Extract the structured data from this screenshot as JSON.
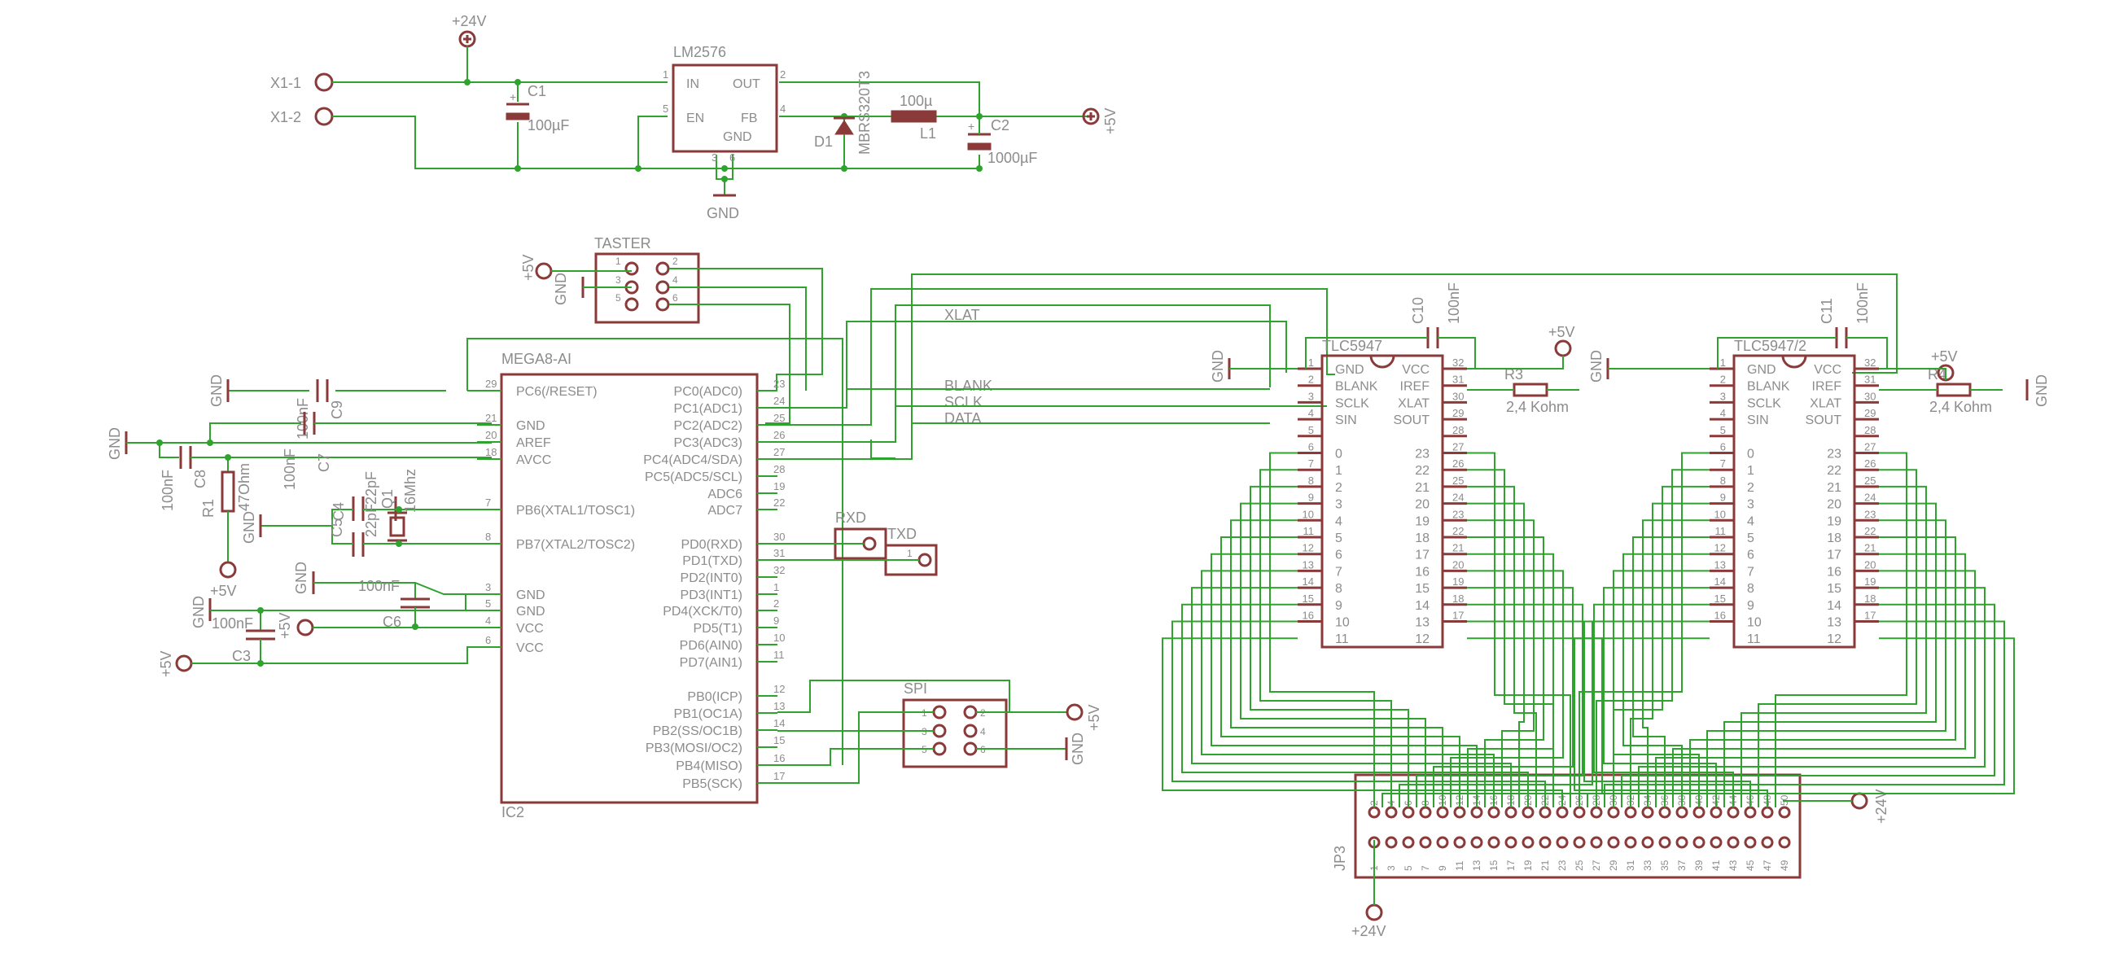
{
  "power": {
    "v24_top": "+24V",
    "x1_1": "X1-1",
    "x1_2": "X1-2",
    "c1_name": "C1",
    "c1_value": "100µF",
    "reg_name": "LM2576",
    "reg_in": "IN",
    "reg_out": "OUT",
    "reg_en": "EN",
    "reg_fb": "FB",
    "reg_gnd": "GND",
    "reg_pin1": "1",
    "reg_pin2": "2",
    "reg_pin4": "4",
    "reg_pin5": "5",
    "reg_pin3": "3",
    "reg_pin6": "6",
    "d1_name": "D1",
    "d1_part": "MBRS320T3",
    "l1_value": "100µ",
    "l1_name": "L1",
    "c2_name": "C2",
    "c2_value": "1000µF",
    "v5_out": "+5V",
    "gnd": "GND"
  },
  "taster": {
    "name": "TASTER",
    "v5": "+5V",
    "gnd": "GND",
    "pins": [
      "1",
      "2",
      "3",
      "4",
      "5",
      "6"
    ]
  },
  "mcu": {
    "name": "MEGA8-AI",
    "ref": "IC2",
    "left_pins": [
      {
        "num": "29",
        "label": "PC6(/RESET)"
      },
      {
        "num": "21",
        "label": "GND"
      },
      {
        "num": "20",
        "label": "AREF"
      },
      {
        "num": "18",
        "label": "AVCC"
      },
      {
        "num": "7",
        "label": "PB6(XTAL1/TOSC1)"
      },
      {
        "num": "8",
        "label": "PB7(XTAL2/TOSC2)"
      },
      {
        "num": "3",
        "label": "GND"
      },
      {
        "num": "5",
        "label": "GND"
      },
      {
        "num": "4",
        "label": "VCC"
      },
      {
        "num": "6",
        "label": "VCC"
      }
    ],
    "right_pins": [
      {
        "num": "23",
        "label": "PC0(ADC0)"
      },
      {
        "num": "24",
        "label": "PC1(ADC1)"
      },
      {
        "num": "25",
        "label": "PC2(ADC2)"
      },
      {
        "num": "26",
        "label": "PC3(ADC3)"
      },
      {
        "num": "27",
        "label": "PC4(ADC4/SDA)"
      },
      {
        "num": "28",
        "label": "PC5(ADC5/SCL)"
      },
      {
        "num": "19",
        "label": "ADC6"
      },
      {
        "num": "22",
        "label": "ADC7"
      },
      {
        "num": "30",
        "label": "PD0(RXD)"
      },
      {
        "num": "31",
        "label": "PD1(TXD)"
      },
      {
        "num": "32",
        "label": "PD2(INT0)"
      },
      {
        "num": "1",
        "label": "PD3(INT1)"
      },
      {
        "num": "2",
        "label": "PD4(XCK/T0)"
      },
      {
        "num": "9",
        "label": "PD5(T1)"
      },
      {
        "num": "10",
        "label": "PD6(AIN0)"
      },
      {
        "num": "11",
        "label": "PD7(AIN1)"
      },
      {
        "num": "12",
        "label": "PB0(ICP)"
      },
      {
        "num": "13",
        "label": "PB1(OC1A)"
      },
      {
        "num": "14",
        "label": "PB2(SS/OC1B)"
      },
      {
        "num": "15",
        "label": "PB3(MOSI/OC2)"
      },
      {
        "num": "16",
        "label": "PB4(MISO)"
      },
      {
        "num": "17",
        "label": "PB5(SCK)"
      }
    ]
  },
  "passives": {
    "c9": "C9",
    "c9_value": "100nF",
    "c7": "C7",
    "c7_value": "100nF",
    "c8": "C8",
    "c8_value": "100nF",
    "r1": "R1",
    "r1_value": "47Ohm",
    "c4": "C4",
    "c4_value": "22pF",
    "c5": "C5",
    "c5_value": "22pF",
    "q1": "Q1",
    "q1_value": "16Mhz",
    "c6": "C6",
    "c6_value": "100nF",
    "c3": "C3",
    "c3_value": "100nF",
    "gnd": "GND",
    "v5": "+5V"
  },
  "connectors": {
    "rxd": "RXD",
    "txd": "TXD",
    "spi": "SPI",
    "spi_pins": [
      "1",
      "2",
      "3",
      "4",
      "5",
      "6"
    ],
    "pin1": "1"
  },
  "nets": {
    "xlat": "XLAT",
    "blank": "BLANK",
    "sclk": "SCLK",
    "data": "DATA"
  },
  "tlc1": {
    "name": "TLC5947",
    "cap": "C10",
    "cap_value": "100nF",
    "res": "R3",
    "res_value": "2,4 Kohm",
    "v5": "+5V",
    "gnd": "GND"
  },
  "tlc2": {
    "name": "TLC5947/2",
    "cap": "C11",
    "cap_value": "100nF",
    "res": "R4",
    "res_value": "2,4 Kohm",
    "v5": "+5V",
    "gnd": "GND"
  },
  "tlc_pins": {
    "left": [
      {
        "num": "1",
        "label": "GND"
      },
      {
        "num": "2",
        "label": "BLANK"
      },
      {
        "num": "3",
        "label": "SCLK"
      },
      {
        "num": "4",
        "label": "SIN"
      },
      {
        "num": "5",
        "label": ""
      },
      {
        "num": "6",
        "label": "0"
      },
      {
        "num": "7",
        "label": "1"
      },
      {
        "num": "8",
        "label": "2"
      },
      {
        "num": "9",
        "label": "3"
      },
      {
        "num": "10",
        "label": "4"
      },
      {
        "num": "11",
        "label": "5"
      },
      {
        "num": "12",
        "label": "6"
      },
      {
        "num": "13",
        "label": "7"
      },
      {
        "num": "14",
        "label": "8"
      },
      {
        "num": "15",
        "label": "9"
      },
      {
        "num": "16",
        "label": "10"
      },
      {
        "num": "",
        "label": "11"
      }
    ],
    "right": [
      {
        "num": "32",
        "label": "VCC"
      },
      {
        "num": "31",
        "label": "IREF"
      },
      {
        "num": "30",
        "label": "XLAT"
      },
      {
        "num": "29",
        "label": "SOUT"
      },
      {
        "num": "28",
        "label": ""
      },
      {
        "num": "27",
        "label": "23"
      },
      {
        "num": "26",
        "label": "22"
      },
      {
        "num": "25",
        "label": "21"
      },
      {
        "num": "24",
        "label": "20"
      },
      {
        "num": "23",
        "label": "19"
      },
      {
        "num": "22",
        "label": "18"
      },
      {
        "num": "21",
        "label": "17"
      },
      {
        "num": "20",
        "label": "16"
      },
      {
        "num": "19",
        "label": "15"
      },
      {
        "num": "18",
        "label": "14"
      },
      {
        "num": "17",
        "label": "13"
      },
      {
        "num": "",
        "label": "12"
      }
    ]
  },
  "header": {
    "ref": "JP3",
    "v24": "+24V",
    "v24_bottom": "+24V",
    "pin_count": 50
  }
}
